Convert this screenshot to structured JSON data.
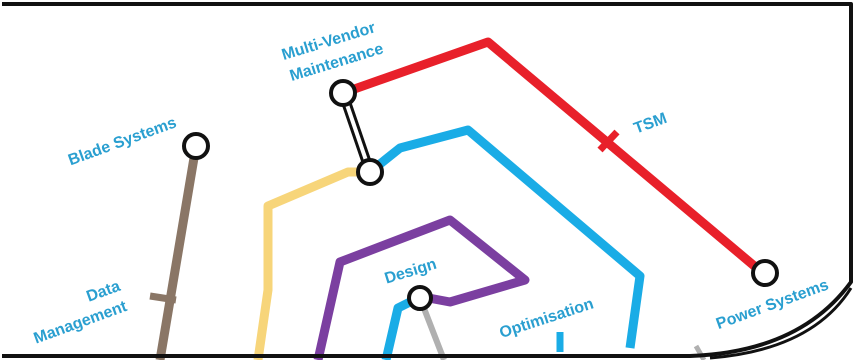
{
  "colors": {
    "border": "#111111",
    "label": "#2a9fd0",
    "line_red": "#e8202a",
    "line_blue": "#1aace6",
    "line_purple": "#7b3fa0",
    "line_yellow": "#f7d57a",
    "line_brown": "#8a7666",
    "line_gray": "#b0b0b0",
    "station_fill": "#ffffff",
    "station_stroke": "#111111"
  },
  "labels": {
    "multi_vendor_line1": "Multi-Vendor",
    "multi_vendor_line2": "Maintenance",
    "blade_systems": "Blade Systems",
    "tsm": "TSM",
    "data_line1": "Data",
    "data_line2": "Management",
    "design": "Design",
    "optimisation": "Optimisation",
    "power_systems": "Power Systems"
  },
  "lines": [
    {
      "name": "red",
      "color_key": "line_red"
    },
    {
      "name": "blue",
      "color_key": "line_blue"
    },
    {
      "name": "purple",
      "color_key": "line_purple"
    },
    {
      "name": "yellow",
      "color_key": "line_yellow"
    },
    {
      "name": "brown",
      "color_key": "line_brown"
    },
    {
      "name": "gray",
      "color_key": "line_gray"
    }
  ]
}
